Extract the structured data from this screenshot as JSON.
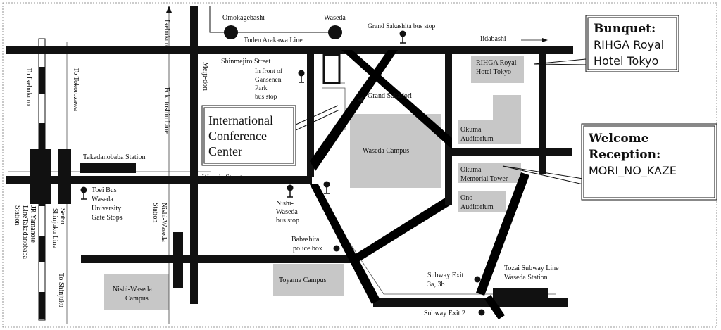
{
  "stations": {
    "omokagebashi": "Omokagebashi",
    "waseda_tram": "Waseda",
    "toden_line": "Toden Arakawa Line",
    "takadanobaba": "Takadanobaba Station",
    "jr_line": [
      "JR Yamanote",
      "LineTakadanobaba",
      "Station"
    ],
    "seibu_line": [
      "Seibu",
      "Shinjuku Line"
    ],
    "nishi_waseda_station": [
      "Nishi-Waseda",
      "Station"
    ],
    "tozai_line": [
      "Tozai Subway Line",
      "Waseda Station"
    ],
    "fukutoshin_line": "Fukutoshin Line"
  },
  "streets": {
    "shinmejiro": "Shinmejiro Street",
    "waseda_street": "Waseda Street",
    "meiji_dori": "Meiji-dori",
    "grand_sakadori": "Grand Sakadori"
  },
  "directions": {
    "ikebukuro_top": "Ikebukuro",
    "iidabashi": "Iidabashi",
    "to_ikebukuro": "To Ikebukuro",
    "to_tokorozawa": "To Tokorozawa",
    "to_shinjuku": "To Shinjuku"
  },
  "bus_stops": {
    "grand_sakashita": "Grand Sakashita bus stop",
    "gansenen": [
      "In front of",
      "Gansenen",
      "Park",
      "bus stop"
    ],
    "toei_bus": [
      "Toei Bus",
      "Waseda",
      "University",
      "Gate Stops"
    ],
    "nishi_waseda": [
      "Nishi-",
      "Waseda",
      "bus stop"
    ]
  },
  "landmarks": {
    "rihga": [
      "RIHGA Royal",
      "Hotel Tokyo"
    ],
    "okuma_auditorium": [
      "Okuma",
      "Auditorium"
    ],
    "waseda_campus": "Waseda Campus",
    "okuma_tower": [
      "Okuma",
      "Memorial Tower"
    ],
    "ono_auditorium": [
      "Ono",
      "Auditorium"
    ],
    "toyama_campus": "Toyama Campus",
    "nishi_waseda_campus": [
      "Nishi-Waseda",
      "Campus"
    ],
    "police_box": [
      "Babashita",
      "police box"
    ],
    "subway_exit_3": [
      "Subway Exit",
      "3a, 3b"
    ],
    "subway_exit_2": "Subway Exit 2"
  },
  "callouts": {
    "conference": [
      "International",
      "Conference",
      "Center"
    ],
    "banquet": [
      "Bunquet:",
      "RIHGA Royal",
      "Hotel Tokyo"
    ],
    "welcome": [
      "Welcome",
      "Reception:",
      "MORI_NO_KAZE"
    ]
  },
  "colors": {
    "road": "#111111",
    "building": "#c7c7c7",
    "background": "#ffffff"
  }
}
